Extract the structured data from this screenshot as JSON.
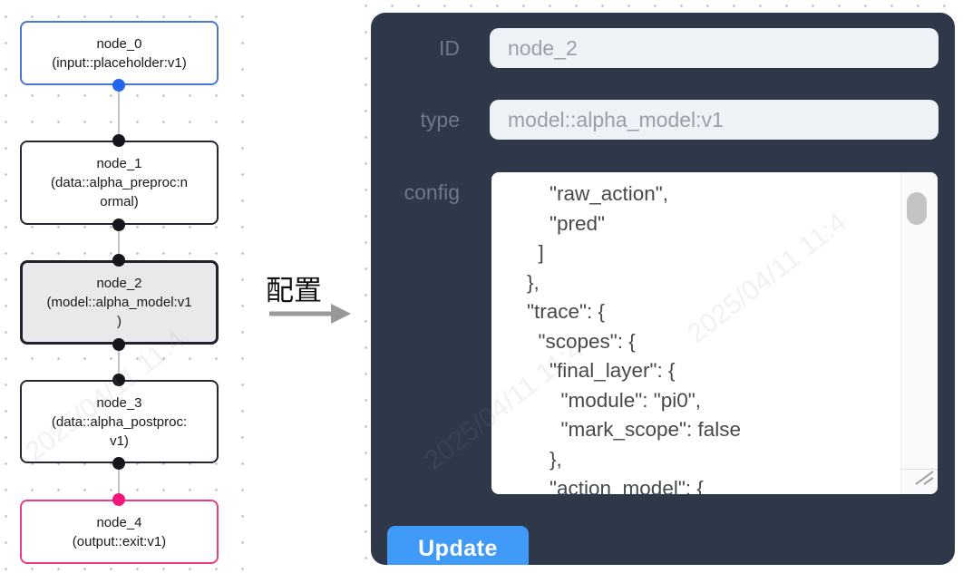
{
  "graph": {
    "nodes": [
      {
        "id": "node_0",
        "label": "node_0\n(input::placeholder:v1)",
        "variant": "input"
      },
      {
        "id": "node_1",
        "label": "node_1\n(data::alpha_preproc:n\normal)",
        "variant": "default"
      },
      {
        "id": "node_2",
        "label": "node_2\n(model::alpha_model:v1\n)",
        "variant": "selected"
      },
      {
        "id": "node_3",
        "label": "node_3\n(data::alpha_postproc:\nv1)",
        "variant": "default"
      },
      {
        "id": "node_4",
        "label": "node_4\n(output::exit:v1)",
        "variant": "output"
      }
    ],
    "colors": {
      "input_node_border": "#4a76d2",
      "input_port": "#2464ee",
      "default_node_border": "#23272f",
      "default_port": "#15171c",
      "selected_node_bg": "#e8e9eb",
      "output_node_border": "#e73d84",
      "output_port": "#f0187c",
      "edge": "#c0c3c8"
    }
  },
  "annotation": {
    "label": "配置"
  },
  "panel": {
    "fields": [
      {
        "label": "ID",
        "value": "node_2"
      },
      {
        "label": "type",
        "value": "model::alpha_model:v1"
      }
    ],
    "config_label": "config",
    "config_value": "        \"raw_action\",\n        \"pred\"\n      ]\n    },\n    \"trace\": {\n      \"scopes\": {\n        \"final_layer\": {\n          \"module\": \"pi0\",\n          \"mark_scope\": false\n        },\n        \"action_model\": {",
    "update_label": "Update",
    "colors": {
      "panel_bg": "#2f3848",
      "accent": "#3f9bf7",
      "field_bg": "#eef1f6"
    }
  },
  "watermark": {
    "text": "2025/04/11 11:4"
  }
}
